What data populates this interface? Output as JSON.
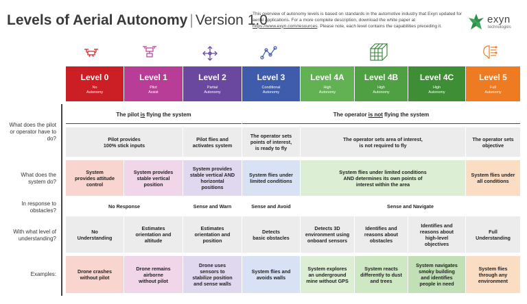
{
  "header": {
    "title_bold": "Levels of Aerial Autonomy",
    "separator": "|",
    "title_version": "Version 1.0",
    "intro_text": "This overview of autonomy levels is based on standards in the automotive industry that Exyn updated for aerial applications. For a more complete description, download the white paper at",
    "intro_link": "https://www.exyn.com/resources",
    "intro_tail": ". Please note, each level contains the capabilities preceding it."
  },
  "logo": {
    "name": "exyn",
    "subtitle": "technologies"
  },
  "colors": {
    "level_0": "#cc1e25",
    "level_1": "#b73d97",
    "level_2": "#6a48a0",
    "level_3": "#3f5bab",
    "level_4": "#62b153",
    "level_5": "#ee7a21",
    "tint_0": "#f8d5cf",
    "tint_1": "#f1d6ea",
    "tint_2": "#e0d8ef",
    "tint_3": "#d9e2f4",
    "tint_4": "#dcefd4",
    "tint_5": "#fbddc3",
    "grey": "#ececec"
  },
  "levels": [
    {
      "name": "Level 0",
      "sub": "No\nAutonomy",
      "icon": "drone-icon"
    },
    {
      "name": "Level 1",
      "sub": "Pilot\nAssist",
      "icon": "drone-icon"
    },
    {
      "name": "Level 2",
      "sub": "Partial\nAutonomy",
      "icon": "move-arrows-icon"
    },
    {
      "name": "Level 3",
      "sub": "Conditional\nAutonomy",
      "icon": "waypoints-icon"
    },
    {
      "name": "Level 4A",
      "sub": "High\nAutonomy",
      "icon": ""
    },
    {
      "name": "Level 4B",
      "sub": "High\nAutonomy",
      "icon": ""
    },
    {
      "name": "Level 4C",
      "sub": "High\nAutonomy",
      "icon": ""
    },
    {
      "name": "Level 5",
      "sub": "Full\nAutonomy",
      "icon": "brain-chip-icon"
    }
  ],
  "level_4_icon": "3d-grid-cube-icon",
  "questions": {
    "q1": "What does the pilot or operator have to do?",
    "q2": "What does the system do?",
    "q3": "In response to obstacles?",
    "q4": "With what level of understanding?",
    "q5": "Examples:"
  },
  "banners": {
    "pilot_pre": "The pilot",
    "pilot_key": "is",
    "pilot_post": "flying the system",
    "operator_pre": "The operator",
    "operator_key": "is not",
    "operator_post": "flying the system"
  },
  "row_pilot": {
    "l01": "Pilot provides\n100% stick inputs",
    "l2": "Pilot flies and\nactivates system",
    "l3": "The operator sets\npoints of interest,\nis ready to fly",
    "l4": "The operator sets area of interest,\nis not required to fly",
    "l5": "The operator sets\nobjective"
  },
  "row_system": {
    "l0": "System\nprovides attitude\ncontrol",
    "l1": "System provides\nstable vertical\nposition",
    "l2": "System provides\nstable vertical AND\nhorizontal\npositions",
    "l3": "System flies under\nlimited conditions",
    "l4": "System flies under limited conditions\nAND determines its own points of\ninterest within the area",
    "l5": "System flies under\nall conditions"
  },
  "row_obstacles": {
    "l01": "No Response",
    "l2": "Sense and Warn",
    "l3": "Sense and Avoid",
    "l4": "Sense and Navigate"
  },
  "row_understanding": {
    "l0": "No\nUnderstanding",
    "l1": "Estimates\norientation and\naltitude",
    "l2": "Estimates\norientation and\nposition",
    "l3": "Detects\nbasic obstacles",
    "l4a": "Detects 3D\nenvironment using\nonboard sensors",
    "l4b": "Identifies and\nreasons about\nobstacles",
    "l4c": "Identifies and\nreasons about\nhigh-level\nobjectives",
    "l5": "Full\nUnderstanding"
  },
  "row_examples": {
    "l0": "Drone crashes\nwithout pilot",
    "l1": "Drone remains\nairborne\nwithout pilot",
    "l2": "Drone uses\nsensors to\nstabilize position\nand sense walls",
    "l3": "System flies and\navoids walls",
    "l4a": "System explores\nan underground\nmine without GPS",
    "l4b": "System reacts\ndifferently to dust\nand trees",
    "l4c": "System navigates\nsmoky building\nand identifies\npeople in need",
    "l5": "System flies\nthrough any\nenvironment"
  }
}
